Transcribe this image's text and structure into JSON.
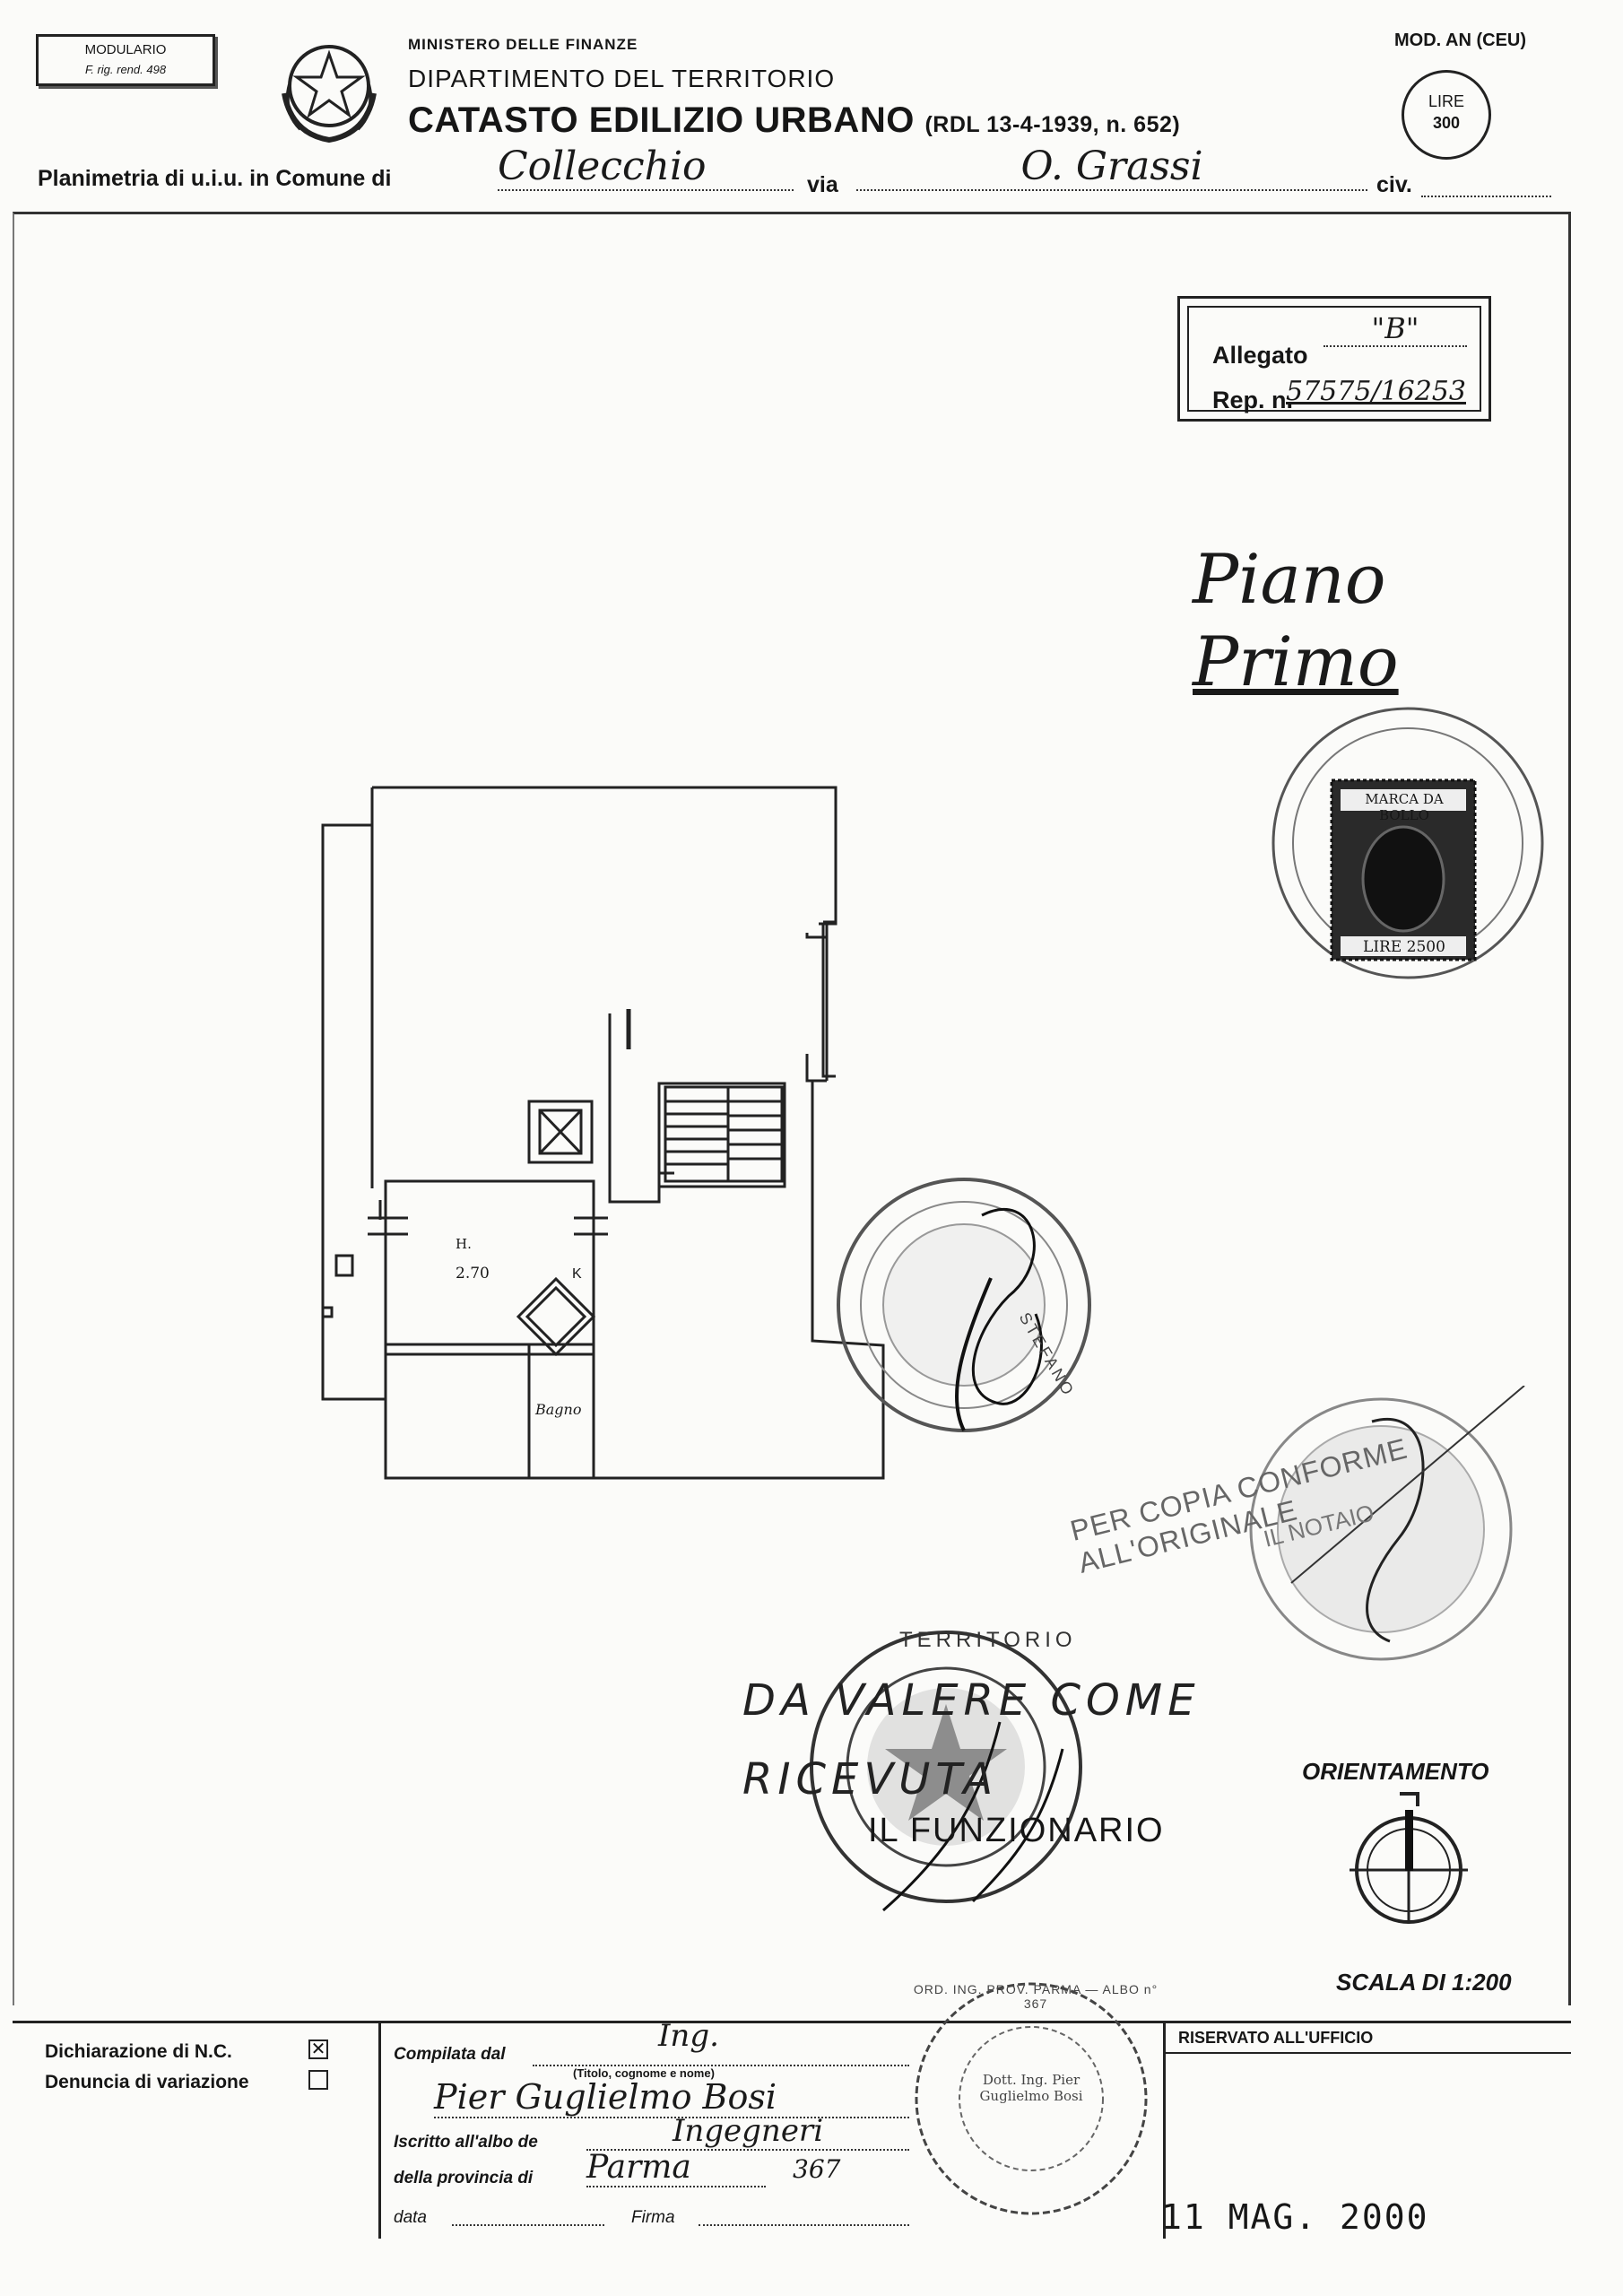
{
  "header": {
    "modulario_line1": "MODULARIO",
    "modulario_line2": "F. rig. rend. 498",
    "ministry": "MINISTERO DELLE FINANZE",
    "department": "DIPARTIMENTO DEL TERRITORIO",
    "catasto": "CATASTO EDILIZIO URBANO",
    "law_ref": "(RDL 13-4-1939, n. 652)",
    "model": "MOD. AN (CEU)",
    "lire_label": "LIRE",
    "lire_value": "300"
  },
  "planimetria": {
    "label": "Planimetria di u.i.u. in Comune di",
    "comune": "Collecchio",
    "via_label": "via",
    "via": "O. Grassi",
    "civ_label": "civ."
  },
  "allegato": {
    "label": "Allegato",
    "value": "\"B\"",
    "rep_label": "Rep. n.",
    "rep_value": "57575/16253"
  },
  "piano": {
    "line1": "Piano",
    "line2": "Primo"
  },
  "plan": {
    "height_label": "H.",
    "height_value": "2.70",
    "kitchen_label": "K",
    "bath_label": "Bagno"
  },
  "stamps": {
    "stamp_line1": "DA VALERE COME",
    "stamp_line2": "RICEVUTA",
    "funzionario": "IL FUNZIONARIO",
    "marca_title": "MARCA DA BOLLO",
    "marca_value": "LIRE 2500",
    "copia": "PER COPIA CONFORME ALL'ORIGINALE",
    "notaio": "IL NOTAIO",
    "seal_ring": "TERRITORIO",
    "seal_stefano": "STEFANO",
    "prof_stamp_ring": "ORD. ING. PROV. PARMA — ALBO n° 367",
    "prof_stamp_center": "Dott. Ing. Pier Guglielmo Bosi"
  },
  "orientamento": {
    "label": "ORIENTAMENTO"
  },
  "scala": {
    "label": "SCALA DI 1:200"
  },
  "bottom": {
    "dichiarazione": "Dichiarazione di N.C.",
    "dichiarazione_checked": "✕",
    "denuncia": "Denuncia di variazione",
    "compilata_label": "Compilata dal",
    "title_hint": "(Titolo, cognome e nome)",
    "compilata_title": "Ing.",
    "compilata_name": "Pier Guglielmo Bosi",
    "iscritto_label": "Iscritto all'albo de",
    "albo": "Ingegneri",
    "provincia_label": "della provincia di",
    "provincia": "Parma",
    "albo_number": "367",
    "data_label": "data",
    "firma_label": "Firma",
    "riservato": "RISERVATO ALL'UFFICIO",
    "date_stamp": "11 MAG. 2000"
  }
}
